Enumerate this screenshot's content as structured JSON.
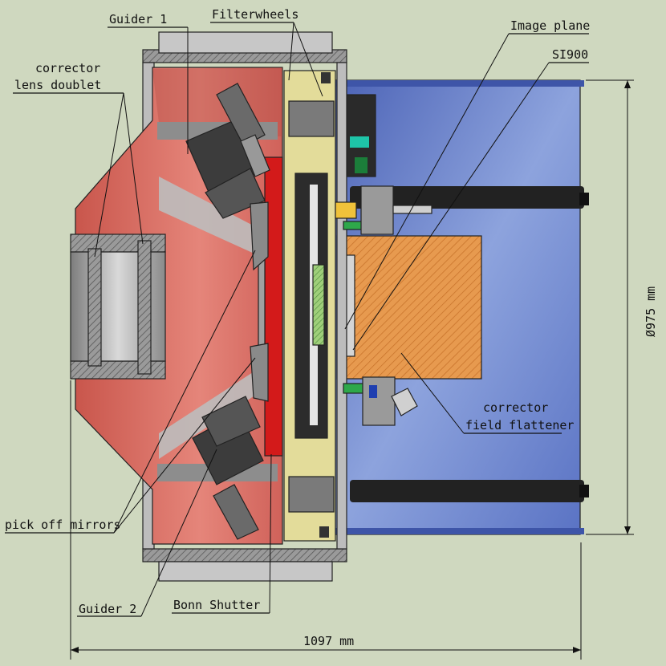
{
  "labels": {
    "guider1": "Guider 1",
    "filterwheels": "Filterwheels",
    "image_plane": "Image plane",
    "si900": "SI900",
    "corrector_doublet_line1": "corrector",
    "corrector_doublet_line2": "lens doublet",
    "corrector_flattener_line1": "corrector",
    "corrector_flattener_line2": "field flattener",
    "pick_off": "pick off mirrors",
    "guider2": "Guider 2",
    "bonn_shutter": "Bonn Shutter",
    "diameter": "Ø975 mm",
    "width": "1097 mm"
  },
  "colors": {
    "background": "#cfd8bf",
    "cone_red": "#d46a5d",
    "shutter_red": "#d31a1a",
    "housing_gray": "#b8b8b8",
    "camera_blue": "#6f86cc",
    "filter_yellow": "#e3dc9a",
    "sensor_orange": "#e79a4f"
  }
}
